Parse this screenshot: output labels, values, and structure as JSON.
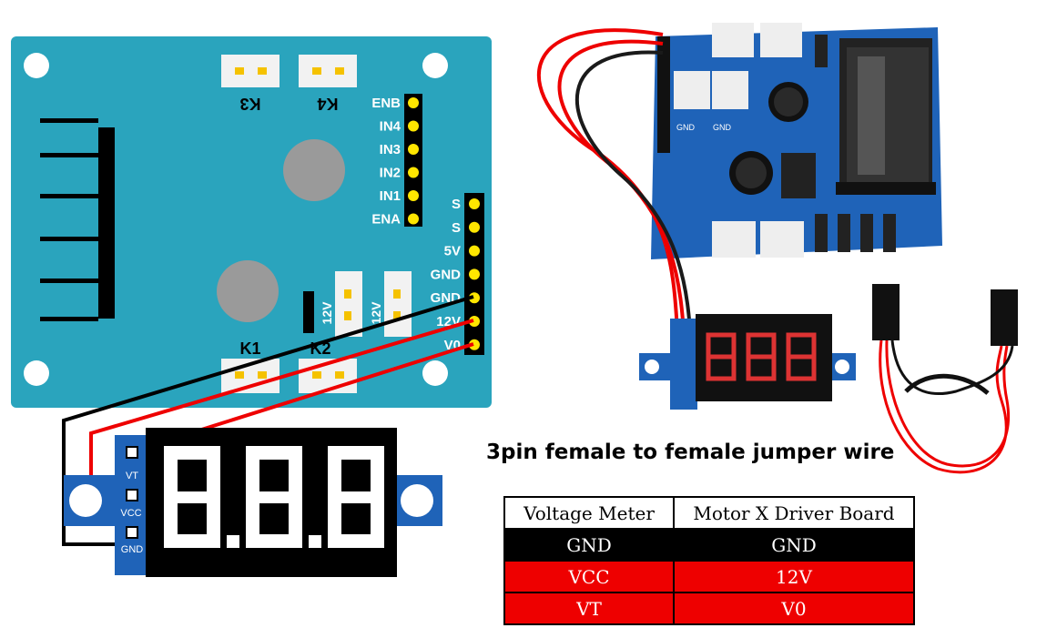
{
  "board": {
    "relay_labels": [
      "K3",
      "K4",
      "K1",
      "K2"
    ],
    "left_header": [
      "ENB",
      "IN4",
      "IN3",
      "IN2",
      "IN1",
      "ENA"
    ],
    "right_header": [
      "S",
      "S",
      "5V",
      "GND",
      "GND",
      "12V",
      "V0"
    ],
    "jumper_labels": [
      "12V",
      "12V"
    ]
  },
  "voltmeter": {
    "pins": [
      "VT",
      "VCC",
      "GND"
    ]
  },
  "photo_board": {
    "silk": [
      "GND",
      "GND"
    ]
  },
  "caption": "3pin female to female jumper wire",
  "table": {
    "headers": [
      "Voltage Meter",
      "Motor X Driver Board"
    ],
    "rows": [
      {
        "meter": "GND",
        "board": "GND",
        "color": "#000000"
      },
      {
        "meter": "VCC",
        "board": "12V",
        "color": "#ee0000"
      },
      {
        "meter": "VT",
        "board": "V0",
        "color": "#ee0000"
      }
    ]
  },
  "colors": {
    "board": "#2aa4bd",
    "wire_red": "#ee0000",
    "wire_black": "#000000",
    "pin_yellow": "#ffe600",
    "pcb_blue": "#1f63b8"
  }
}
